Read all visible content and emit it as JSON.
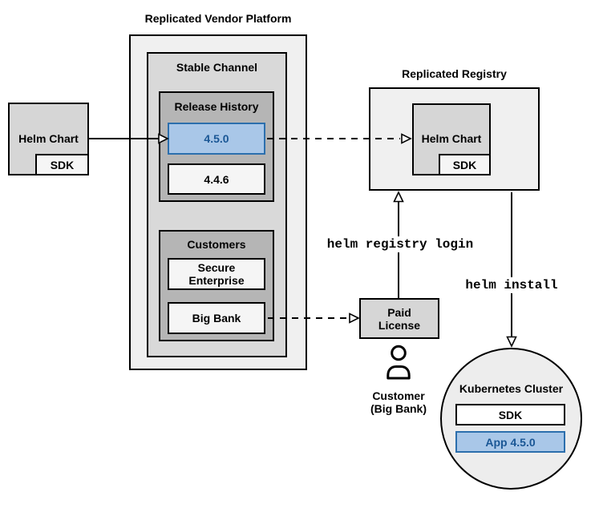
{
  "vendor_platform": {
    "title": "Replicated Vendor Platform",
    "stable_channel": {
      "title": "Stable Channel",
      "release_history": {
        "title": "Release History",
        "versions": [
          {
            "label": "4.5.0",
            "highlighted": true
          },
          {
            "label": "4.4.6",
            "highlighted": false
          }
        ]
      },
      "customers": {
        "title": "Customers",
        "items": [
          {
            "label": "Secure Enterprise"
          },
          {
            "label": "Big Bank"
          }
        ]
      }
    }
  },
  "helm_chart_source": {
    "label": "Helm Chart",
    "sdk_label": "SDK"
  },
  "registry": {
    "title": "Replicated Registry",
    "helm_chart": {
      "label": "Helm Chart",
      "sdk_label": "SDK"
    }
  },
  "paid_license": {
    "label": "Paid License"
  },
  "customer": {
    "name": "Customer",
    "org": "(Big Bank)"
  },
  "kubernetes_cluster": {
    "title": "Kubernetes Cluster",
    "sdk_label": "SDK",
    "app_label": "App 4.5.0"
  },
  "commands": {
    "registry_login": "helm registry login",
    "install": "helm install"
  },
  "colors": {
    "highlight_fill": "#a9c7e8",
    "highlight_border": "#2c6fad",
    "highlight_text": "#1a5795",
    "line_color": "#000000"
  }
}
